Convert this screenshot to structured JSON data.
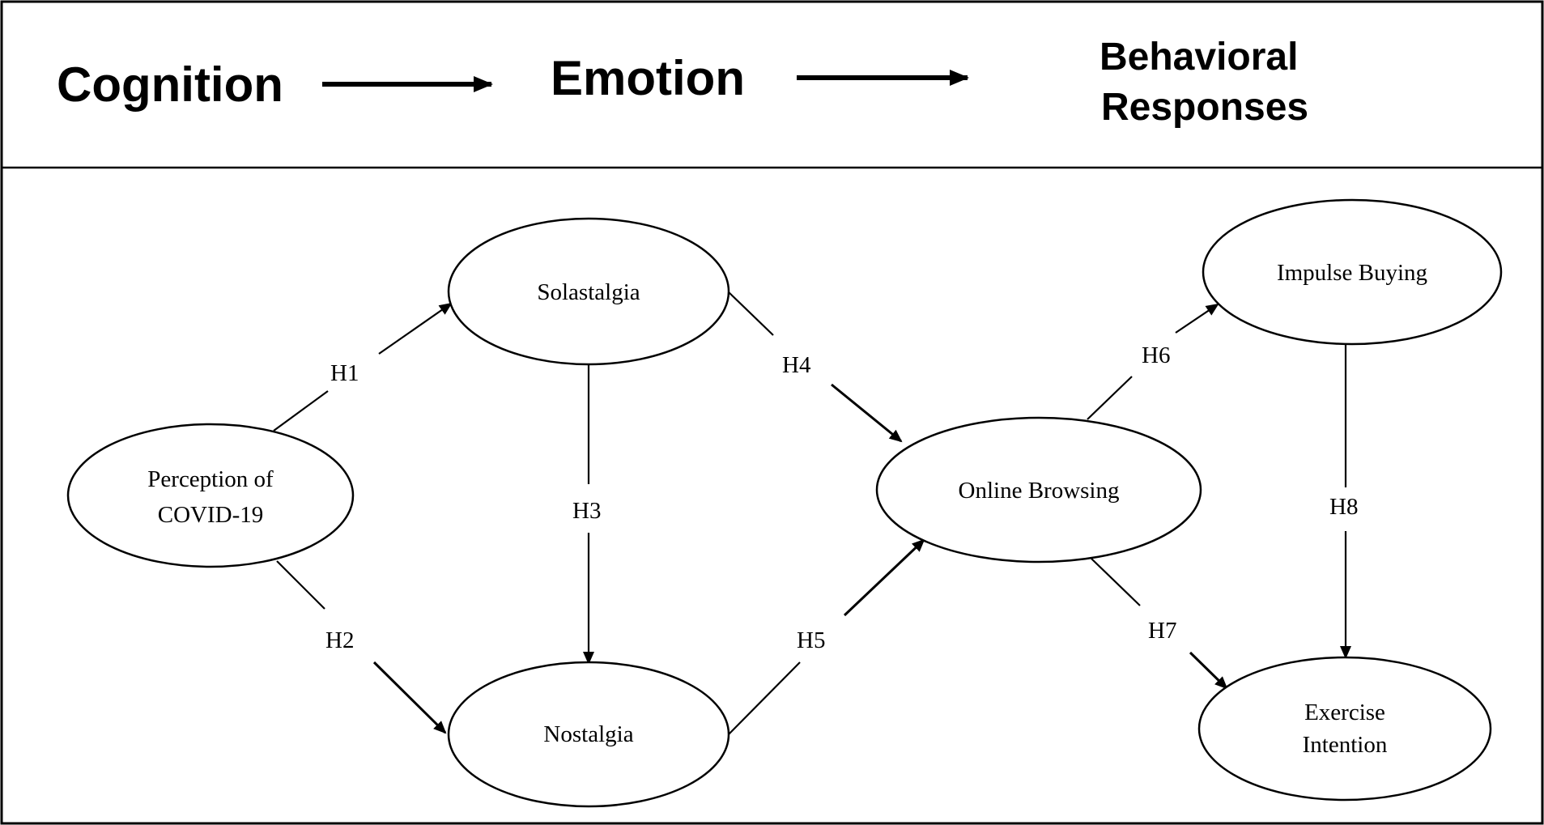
{
  "header": {
    "stage_cognition": "Cognition",
    "stage_emotion": "Emotion",
    "stage_behavioral_line1": "Behavioral",
    "stage_behavioral_line2": "Responses"
  },
  "nodes": {
    "perception_line1": "Perception of",
    "perception_line2": "COVID-19",
    "solastalgia": "Solastalgia",
    "nostalgia": "Nostalgia",
    "online_browsing": "Online Browsing",
    "impulse_buying": "Impulse Buying",
    "exercise_line1": "Exercise",
    "exercise_line2": "Intention"
  },
  "hypotheses": {
    "h1": "H1",
    "h2": "H2",
    "h3": "H3",
    "h4": "H4",
    "h5": "H5",
    "h6": "H6",
    "h7": "H7",
    "h8": "H8"
  }
}
